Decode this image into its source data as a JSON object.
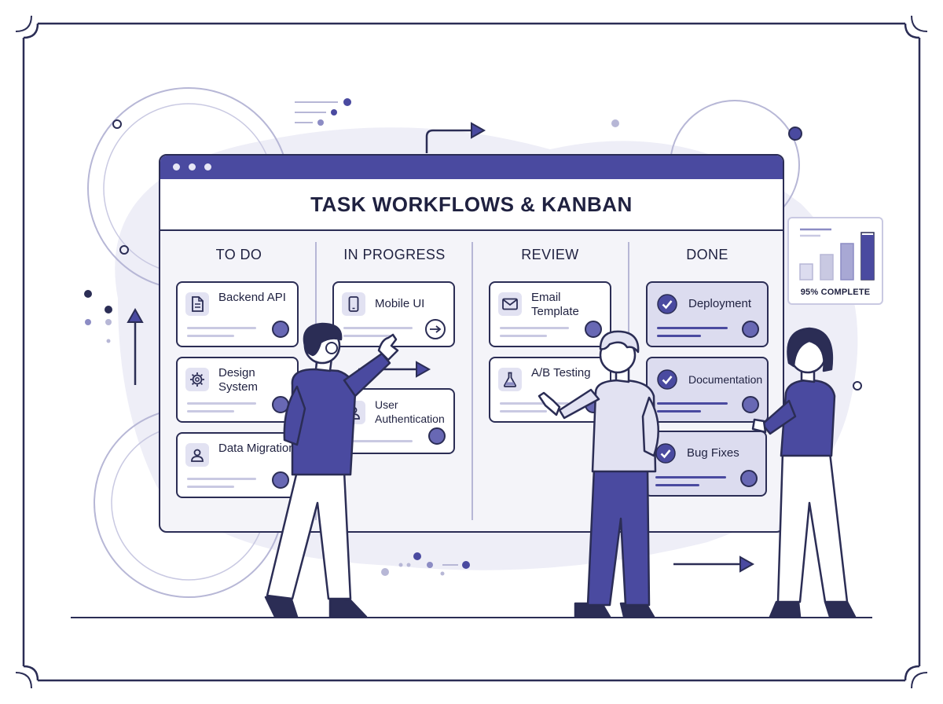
{
  "board": {
    "title": "TASK WORKFLOWS & KANBAN",
    "columns": [
      {
        "name": "TO DO",
        "cards": [
          {
            "title": "Backend API",
            "icon": "document-icon"
          },
          {
            "title": "Design System",
            "icon": "gear-icon"
          },
          {
            "title": "Data Migration",
            "icon": "user-icon"
          }
        ]
      },
      {
        "name": "IN PROGRESS",
        "cards": [
          {
            "title": "Mobile UI",
            "icon": "phone-icon"
          },
          {
            "title": "User Authentication",
            "icon": "user-icon"
          }
        ]
      },
      {
        "name": "REVIEW",
        "cards": [
          {
            "title": "Email Template",
            "icon": "mail-icon"
          },
          {
            "title": "A/B Testing",
            "icon": "flask-icon"
          }
        ]
      },
      {
        "name": "DONE",
        "cards": [
          {
            "title": "Deployment",
            "icon": "check-icon"
          },
          {
            "title": "Documentation",
            "icon": "check-icon"
          },
          {
            "title": "Bug Fixes",
            "icon": "check-icon"
          }
        ]
      }
    ]
  },
  "stats": {
    "label": "95% COMPLETE",
    "progress_percent": 95
  },
  "colors": {
    "primary": "#4a4aa0",
    "dark": "#2b2d55",
    "light": "#dcdcef",
    "background_blob": "#eeeef7"
  }
}
